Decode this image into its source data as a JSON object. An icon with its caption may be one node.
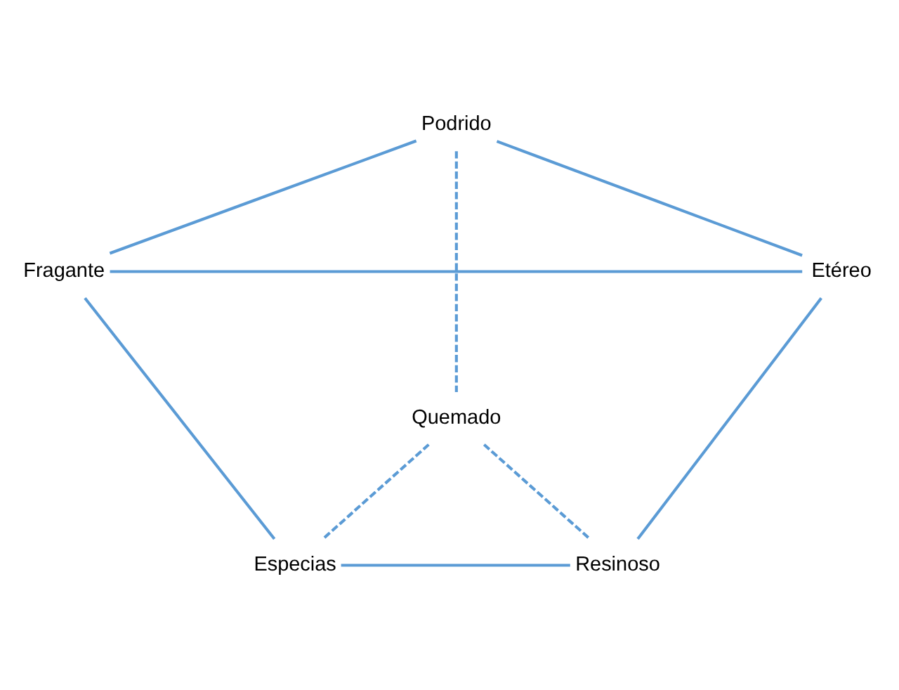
{
  "diagram": {
    "nodes": [
      {
        "text": [
          "Podrido"
        ]
      },
      {
        "text": [
          "Fragante"
        ]
      },
      {
        "text": [
          "Etéreo"
        ]
      },
      {
        "text": [
          "Quemado"
        ]
      },
      {
        "text": [
          "Especias"
        ]
      },
      {
        "text": [
          "Resinoso"
        ]
      }
    ],
    "edges": [
      {
        "from": 0,
        "to": 1,
        "arrow": "none"
      },
      {
        "from": 0,
        "to": 2,
        "arrow": "none"
      },
      {
        "from": 1,
        "to": 2,
        "arrow": "none"
      },
      {
        "from": 0,
        "to": 3,
        "arrow": "none",
        "style": "dashed"
      },
      {
        "from": 1,
        "to": 4,
        "arrow": "none"
      },
      {
        "from": 2,
        "to": 5,
        "arrow": "none"
      },
      {
        "from": 3,
        "to": 4,
        "arrow": "none",
        "style": "dashed"
      },
      {
        "from": 3,
        "to": 5,
        "arrow": "none",
        "style": "dashed"
      },
      {
        "from": 4,
        "to": 5,
        "arrow": "none"
      }
    ]
  }
}
